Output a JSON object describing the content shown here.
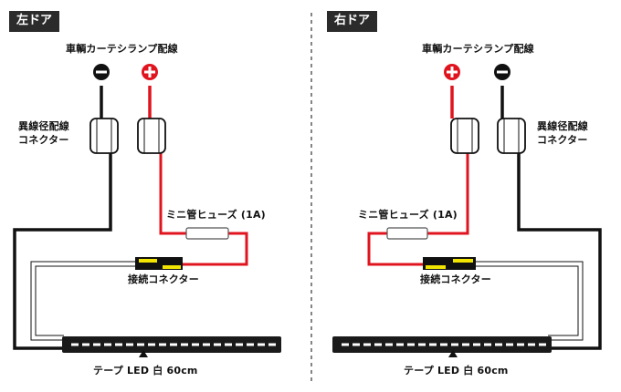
{
  "left": {
    "tag": "左ドア",
    "lamp_wiring": "車輌カーテシランプ配線",
    "reducer_line1": "異線径配線",
    "reducer_line2": "コネクター",
    "fuse": "ミニ管ヒューズ (1A)",
    "connector": "接続コネクター",
    "tape": "テープ LED 白 60cm"
  },
  "right": {
    "tag": "右ドア",
    "lamp_wiring": "車輌カーテシランプ配線",
    "reducer_line1": "異線径配線",
    "reducer_line2": "コネクター",
    "fuse": "ミニ管ヒューズ (1A)",
    "connector": "接続コネクター",
    "tape": "テープ LED 白 60cm"
  },
  "colors": {
    "negative_wire": "#111111",
    "positive_wire": "#e0141e",
    "connector_yellow": "#f2e600",
    "led_chip": "#ffffff"
  },
  "icons": [
    "minus-icon",
    "plus-icon"
  ]
}
